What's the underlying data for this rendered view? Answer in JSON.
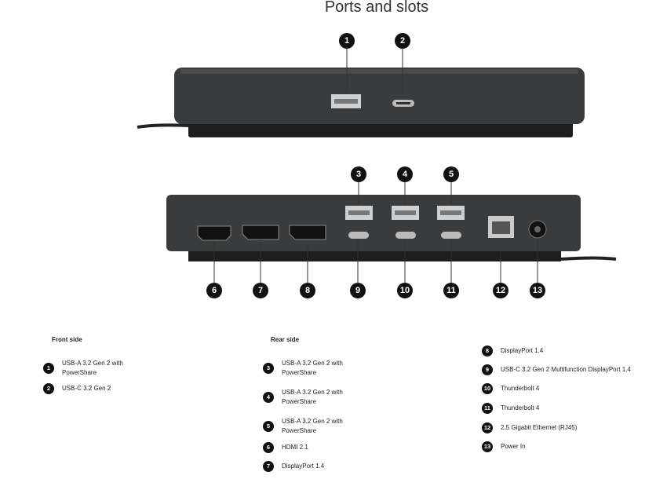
{
  "title": "Ports and slots",
  "front": {
    "heading": "Front side",
    "items": [
      {
        "n": "1",
        "label": "USB-A 3.2 Gen 2 with PowerShare"
      },
      {
        "n": "2",
        "label": "USB-C 3.2 Gen 2"
      }
    ]
  },
  "rear": {
    "heading": "Rear side",
    "items": [
      {
        "n": "3",
        "label": "USB-A 3.2 Gen 2 with PowerShare"
      },
      {
        "n": "4",
        "label": "USB-A 3.2 Gen 2 with PowerShare"
      },
      {
        "n": "5",
        "label": "USB-A 3.2 Gen 2 with PowerShare"
      },
      {
        "n": "6",
        "label": "HDMI 2.1"
      },
      {
        "n": "7",
        "label": "DisplayPort 1.4"
      },
      {
        "n": "8",
        "label": "DisplayPort 1.4"
      },
      {
        "n": "9",
        "label": "USB-C 3.2 Gen 2 Multifunction DisplayPort 1.4"
      },
      {
        "n": "10",
        "label": "Thunderbolt 4"
      },
      {
        "n": "11",
        "label": "Thunderbolt 4"
      },
      {
        "n": "12",
        "label": "2.5 Gigabit Ethernet (RJ45)"
      },
      {
        "n": "13",
        "label": "Power In"
      }
    ]
  }
}
